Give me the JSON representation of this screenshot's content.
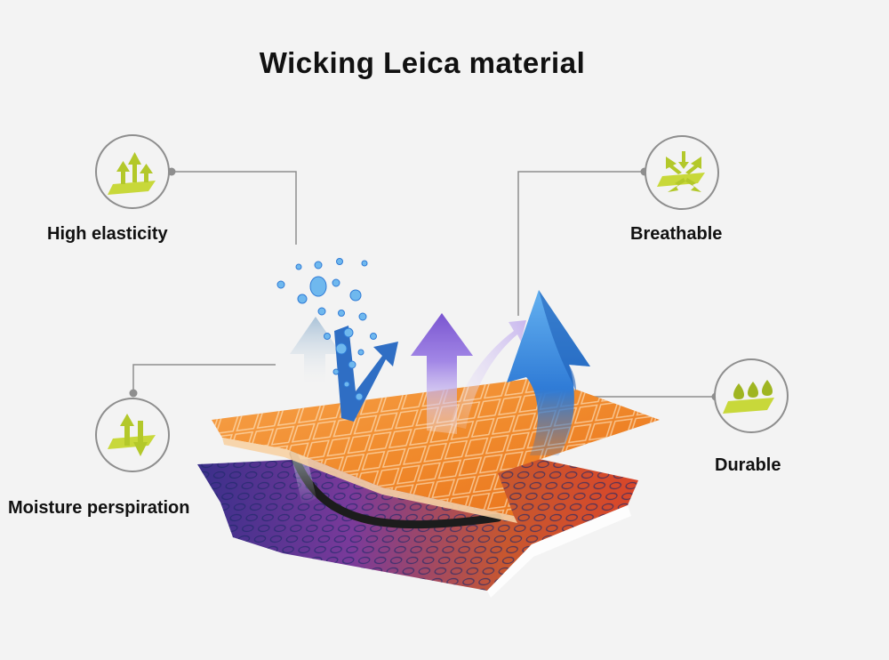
{
  "title": "Wicking Leica material",
  "features": {
    "elasticity": {
      "label": "High elasticity",
      "icon": "elasticity-arrows-icon"
    },
    "breathable": {
      "label": "Breathable",
      "icon": "breathable-arrows-icon"
    },
    "moisture": {
      "label": "Moisture perspiration",
      "icon": "moisture-arrows-icon"
    },
    "durable": {
      "label": "Durable",
      "icon": "water-drops-icon"
    }
  },
  "colors": {
    "accent": "#c8d83a",
    "orange_layer": "#f08a2c",
    "blue_arrow": "#2f7bd6",
    "purple_arrow": "#8a6ad8",
    "leader_line": "#8e8e8e"
  }
}
